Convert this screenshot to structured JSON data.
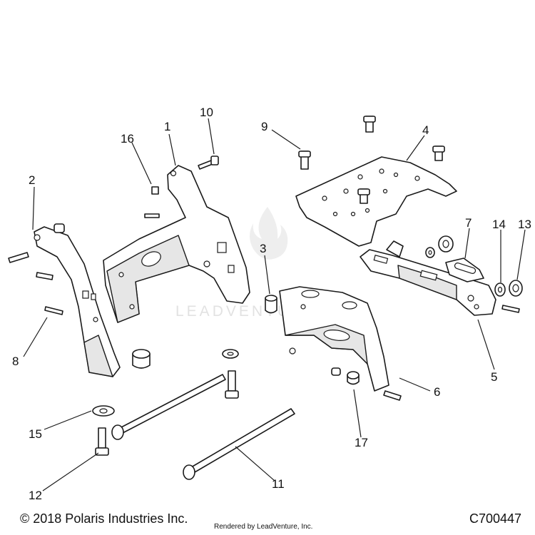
{
  "callouts": [
    {
      "id": "c1",
      "label": "1"
    },
    {
      "id": "c2",
      "label": "2"
    },
    {
      "id": "c3",
      "label": "3"
    },
    {
      "id": "c4",
      "label": "4"
    },
    {
      "id": "c5",
      "label": "5"
    },
    {
      "id": "c6",
      "label": "6"
    },
    {
      "id": "c7",
      "label": "7"
    },
    {
      "id": "c8",
      "label": "8"
    },
    {
      "id": "c9",
      "label": "9"
    },
    {
      "id": "c10",
      "label": "10"
    },
    {
      "id": "c11",
      "label": "11"
    },
    {
      "id": "c12",
      "label": "12"
    },
    {
      "id": "c13",
      "label": "13"
    },
    {
      "id": "c14",
      "label": "14"
    },
    {
      "id": "c15",
      "label": "15"
    },
    {
      "id": "c16",
      "label": "16"
    },
    {
      "id": "c17",
      "label": "17"
    }
  ],
  "watermark": "LEADVENTURE",
  "footer": {
    "copyright": "© 2018 Polaris Industries Inc.",
    "rendered_by": "Rendered by LeadVenture, Inc.",
    "diagram_id": "C700447"
  }
}
